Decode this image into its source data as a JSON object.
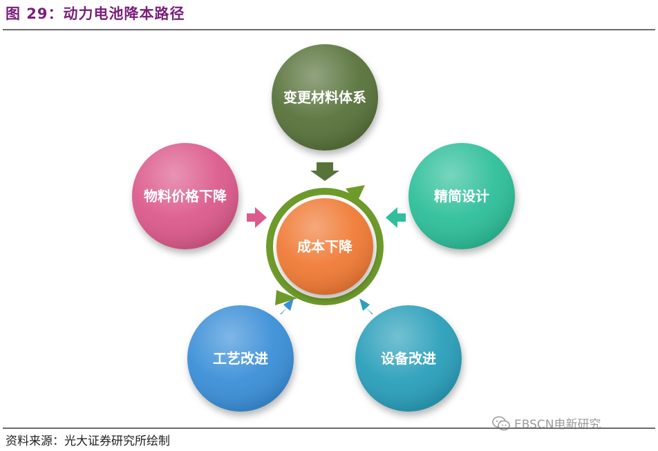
{
  "title": "图 29：动力电池降本路径",
  "center": {
    "label": "成本下降",
    "color": "#f07a35"
  },
  "nodes": [
    {
      "label": "变更材料体系",
      "color": "#58733a"
    },
    {
      "label": "精简设计",
      "color": "#2fbf9a"
    },
    {
      "label": "设备改进",
      "color": "#2c9fba"
    },
    {
      "label": "工艺改进",
      "color": "#3a8fd8"
    },
    {
      "label": "物料价格下降",
      "color": "#dc5a8c"
    }
  ],
  "ring_color": "#6e9a2a",
  "source": "资料来源：光大证券研究所绘制",
  "watermark": "EBSCN电新研究"
}
